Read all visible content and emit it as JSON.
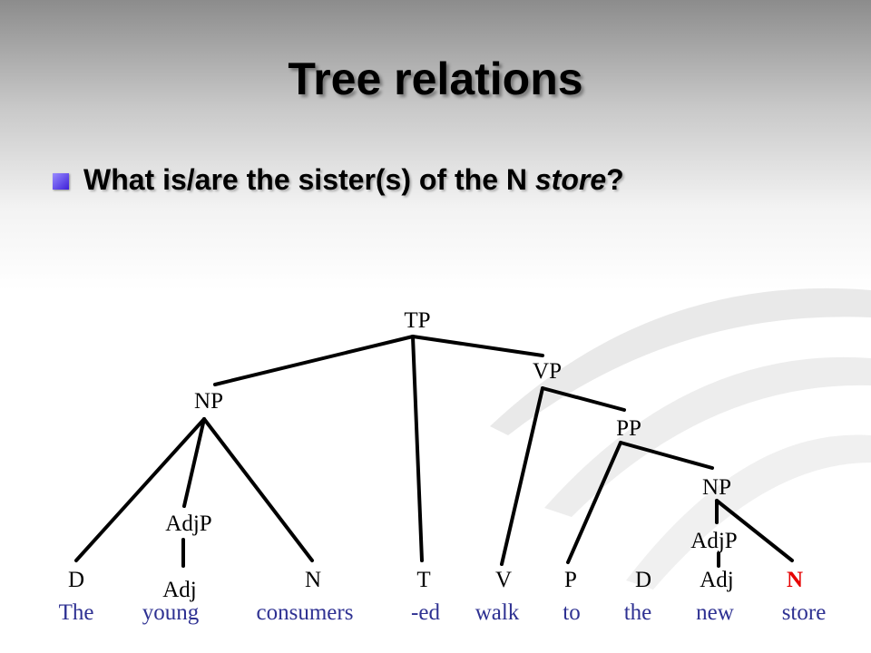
{
  "slide": {
    "title": "Tree relations",
    "question": {
      "prefix": "What is/are the sister(s) of the N ",
      "emphasis": "store",
      "suffix": "?"
    }
  },
  "colors": {
    "label": "#000000",
    "word": "#2e3192",
    "highlight": "#e60000",
    "bullet": "#4a2de0"
  },
  "tree": {
    "phrases": {
      "tp": "TP",
      "np_subject": "NP",
      "vp": "VP",
      "pp": "PP",
      "np_object": "NP",
      "adjp_subject": "AdjP",
      "adjp_object": "AdjP"
    },
    "categories": [
      "D",
      "Adj",
      "N",
      "T",
      "V",
      "P",
      "D",
      "Adj",
      "N"
    ],
    "words": [
      "The",
      "young",
      "consumers",
      "-ed",
      "walk",
      "to",
      "the",
      "new",
      "store"
    ]
  }
}
